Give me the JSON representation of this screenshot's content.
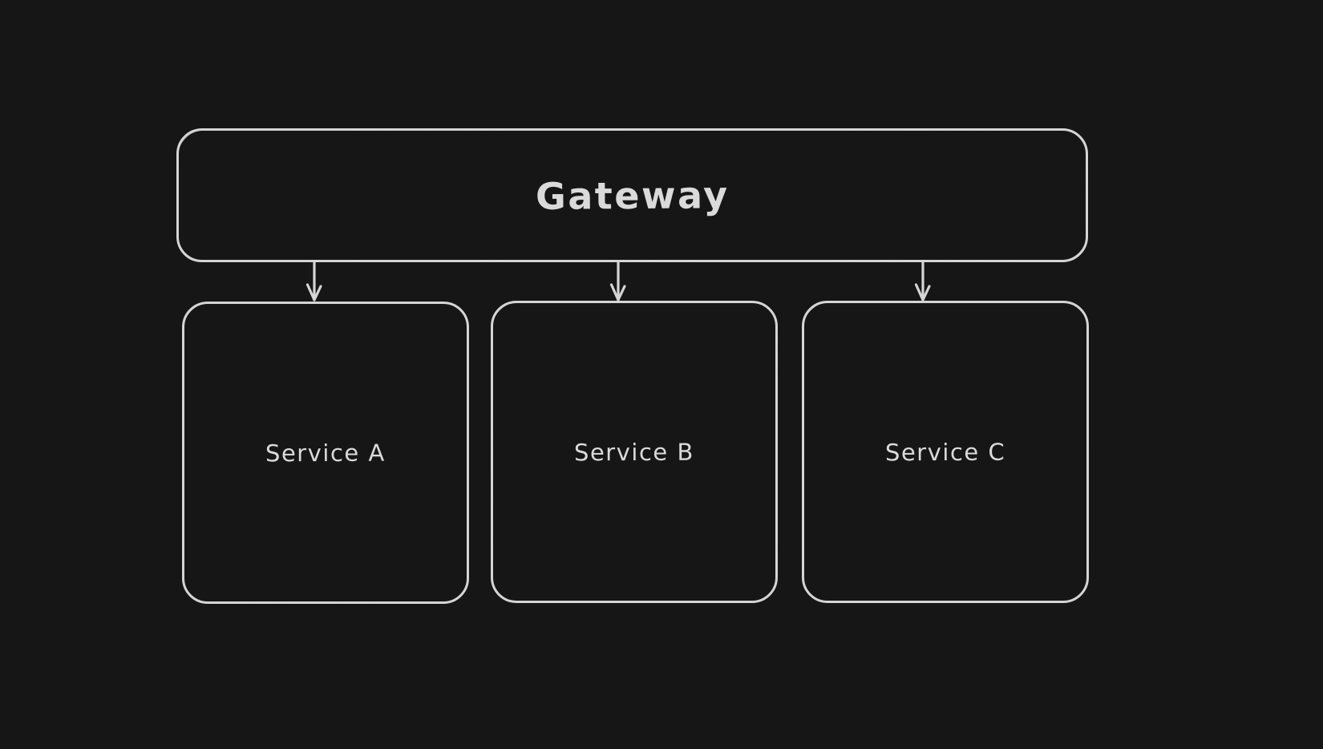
{
  "colors": {
    "background": "#161616",
    "stroke": "#d5d5d5",
    "text": "#dadada"
  },
  "diagram": {
    "gateway": {
      "label": "Gateway"
    },
    "services": [
      {
        "label": "Service A"
      },
      {
        "label": "Service B"
      },
      {
        "label": "Service C"
      }
    ],
    "edges": [
      {
        "from": "Gateway",
        "to": "Service A"
      },
      {
        "from": "Gateway",
        "to": "Service B"
      },
      {
        "from": "Gateway",
        "to": "Service C"
      }
    ]
  }
}
